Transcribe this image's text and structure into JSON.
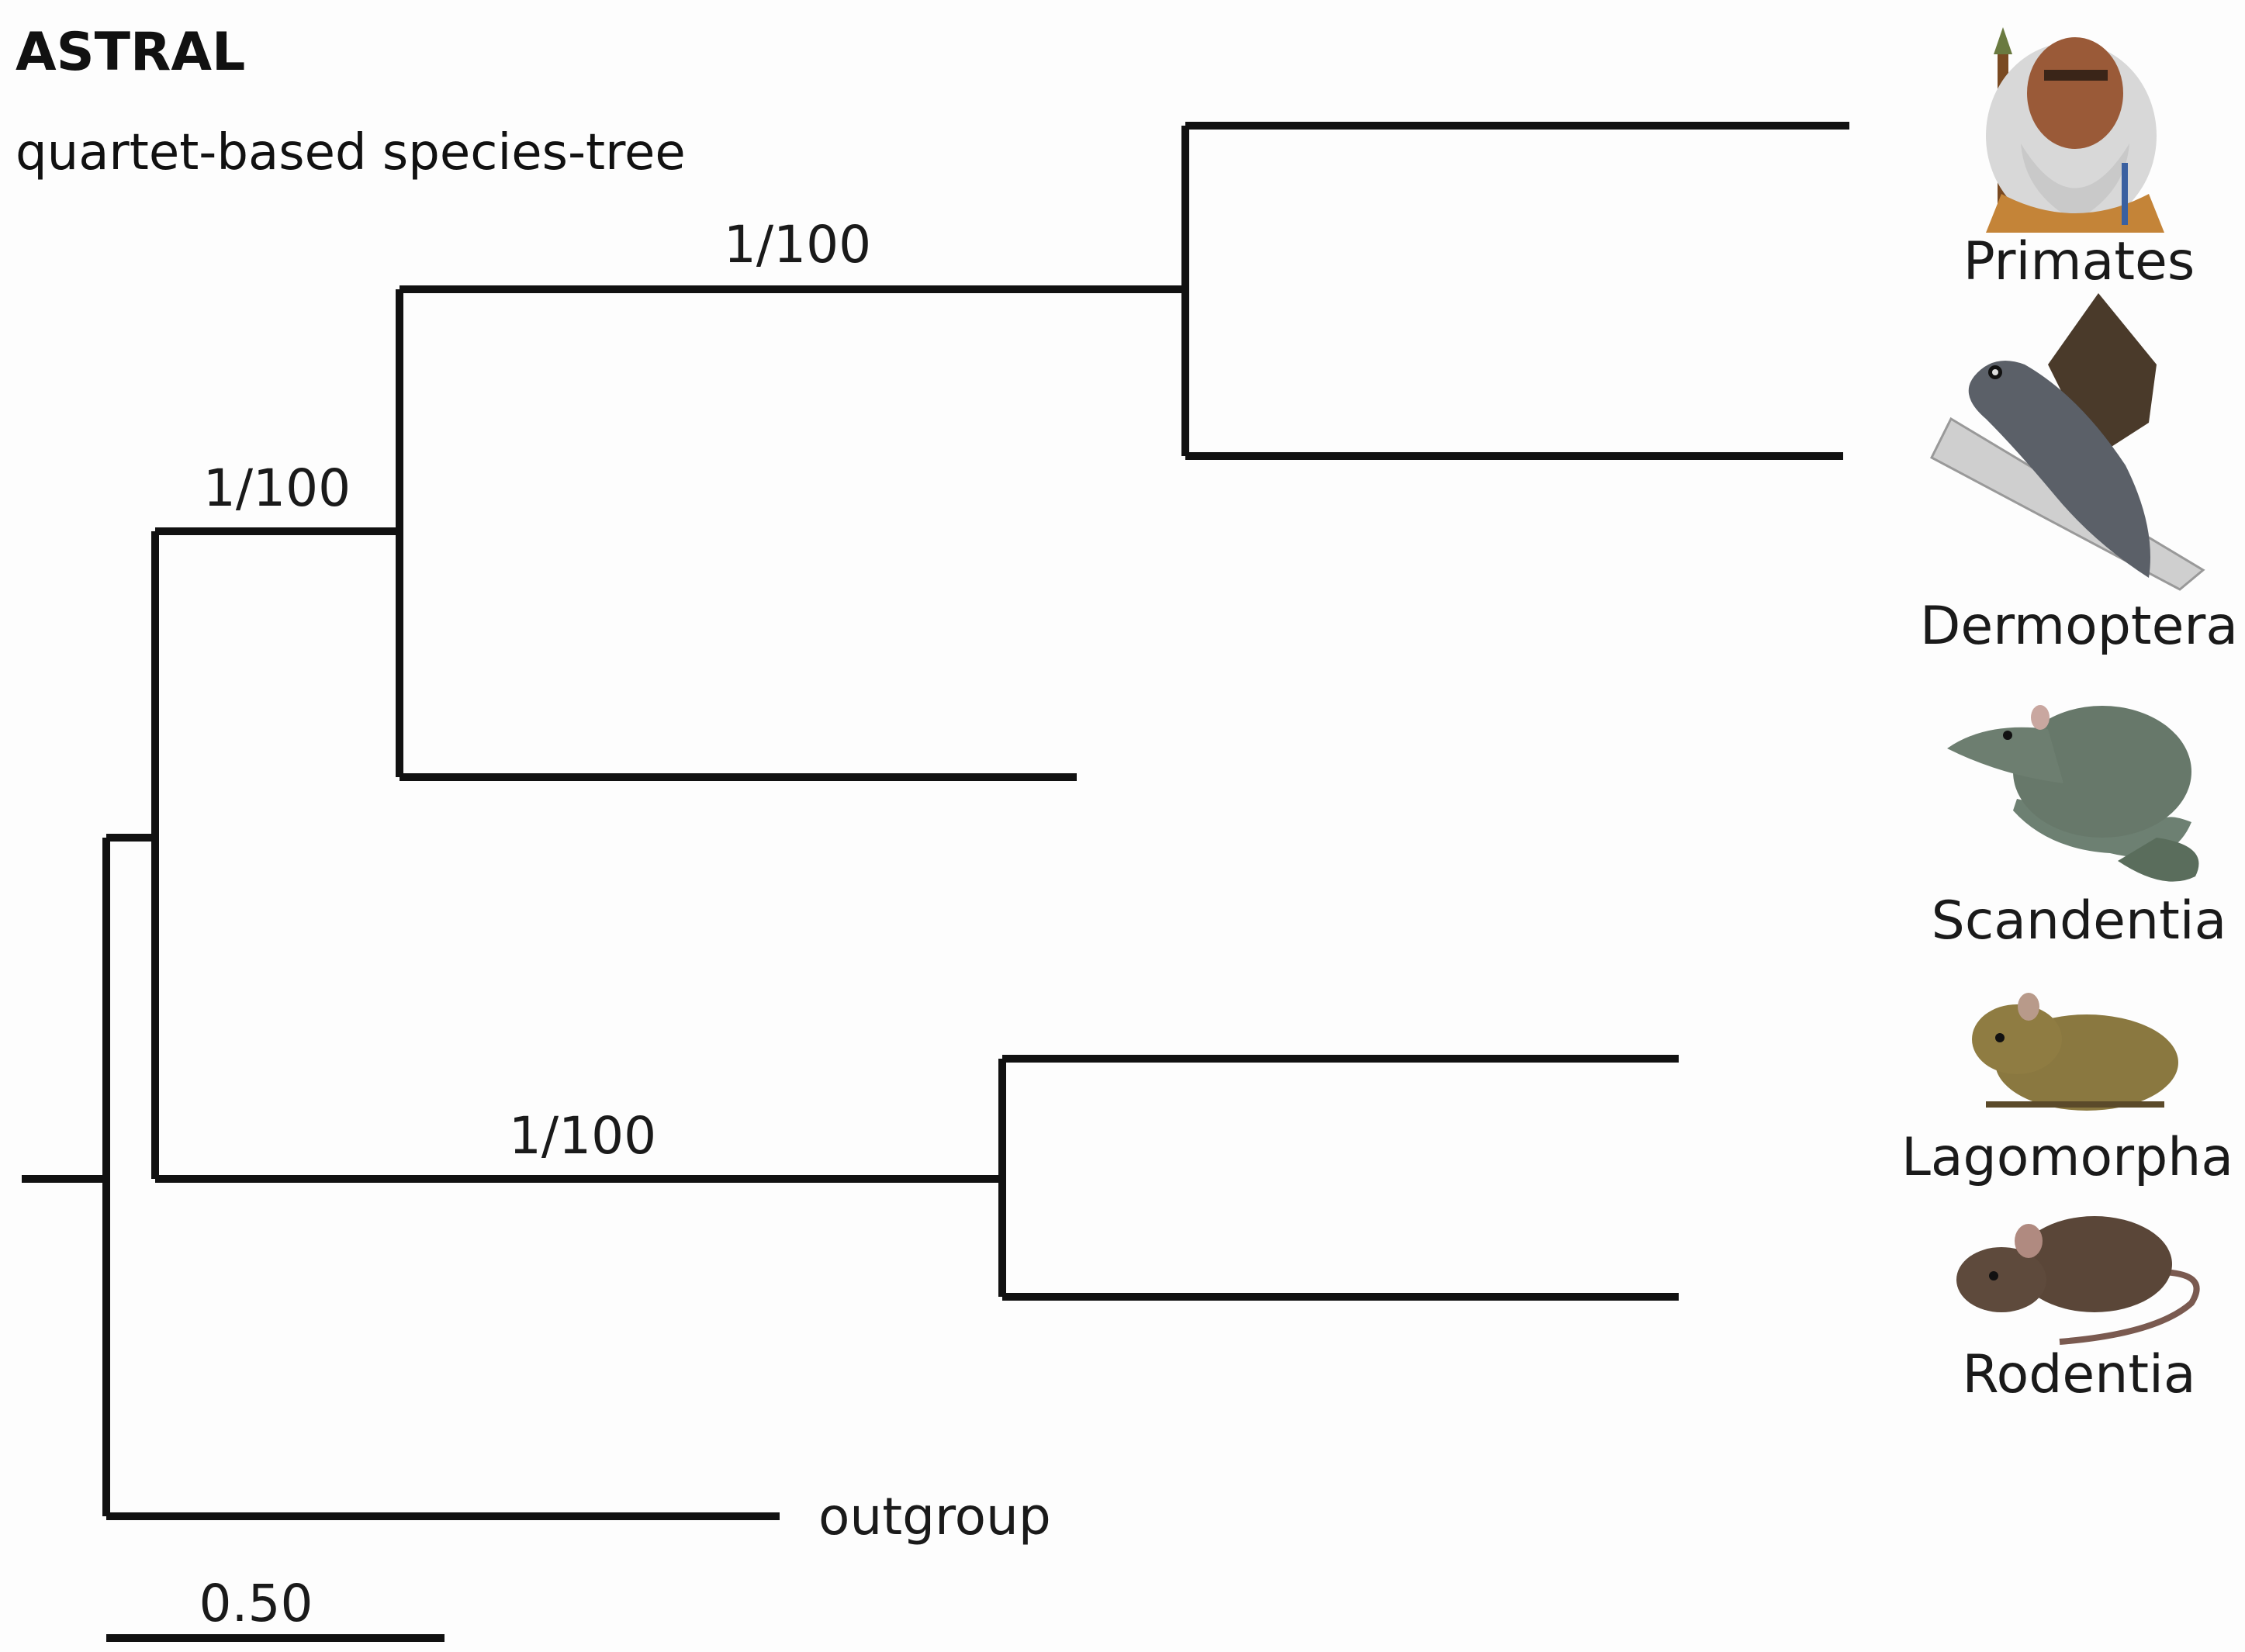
{
  "figure": {
    "title": "ASTRAL",
    "subtitle": "quartet-based species-tree"
  },
  "tree": {
    "support_labels": {
      "primates_dermoptera_clade": "1/100",
      "euarchonta_clade": "1/100",
      "glires_clade": "1/100"
    },
    "taxa": {
      "primates": {
        "label": "Primates",
        "icon": "human-head-icon"
      },
      "dermoptera": {
        "label": "Dermoptera",
        "icon": "colugo-icon"
      },
      "scandentia": {
        "label": "Scandentia",
        "icon": "treeshrew-icon"
      },
      "lagomorpha": {
        "label": "Lagomorpha",
        "icon": "pika-icon"
      },
      "rodentia": {
        "label": "Rodentia",
        "icon": "mouse-icon"
      },
      "outgroup": {
        "label": "outgroup"
      }
    },
    "scale_bar": {
      "label": "0.50"
    }
  },
  "colors": {
    "branch": "#111111",
    "background": "#fdfdfd"
  }
}
